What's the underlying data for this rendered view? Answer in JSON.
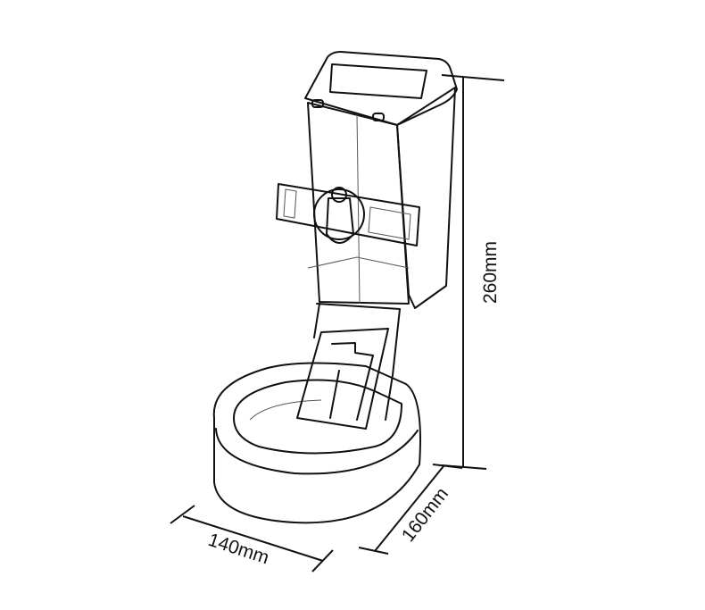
{
  "dimensions": {
    "height": "260mm",
    "depth": "160mm",
    "width": "140mm"
  }
}
